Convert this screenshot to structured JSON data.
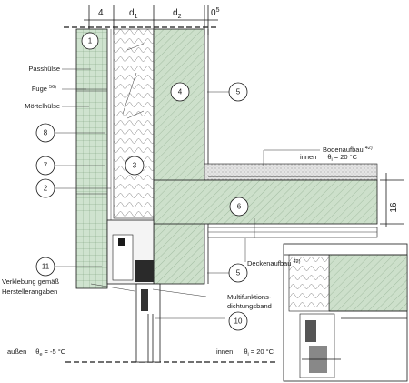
{
  "dimensions": {
    "d4": "4",
    "d1": "d",
    "d1_sub": "1",
    "d2": "d",
    "d2_sub": "2",
    "d0": "0",
    "d0_sup": "5",
    "d16": "16"
  },
  "labels": {
    "passhuelse": "Passhülse",
    "fuge": "Fuge",
    "fuge_sup": "56)",
    "moertelhuelse": "Mörtelhülse",
    "bodenaufbau": "Bodenaufbau",
    "bodenaufbau_sup": "42)",
    "innen_top": "innen",
    "theta_top": "θ",
    "theta_top_sub": "i",
    "temp_top": "= 20 °C",
    "deckenaufbau": "Deckenaufbau",
    "deckenaufbau_sup": "42)",
    "verklebung_1": "Verklebung gemäß",
    "verklebung_2": "Herstellerangaben",
    "multi_1": "Multifunktions-",
    "multi_2": "dichtungsband",
    "aussen": "außen",
    "theta_out": "θ",
    "theta_out_sub": "e",
    "temp_out": "= -5 °C",
    "innen_bottom": "innen",
    "theta_bottom": "θ",
    "theta_bottom_sub": "i",
    "temp_bottom": "= 20 °C"
  },
  "callouts": [
    "1",
    "2",
    "3",
    "4",
    "5",
    "5",
    "6",
    "7",
    "8",
    "10",
    "11"
  ],
  "colors": {
    "stone": "#cfe3cf",
    "concrete": "#cde0cb",
    "screed": "#d9d9d9",
    "line": "#1a1a1a"
  }
}
